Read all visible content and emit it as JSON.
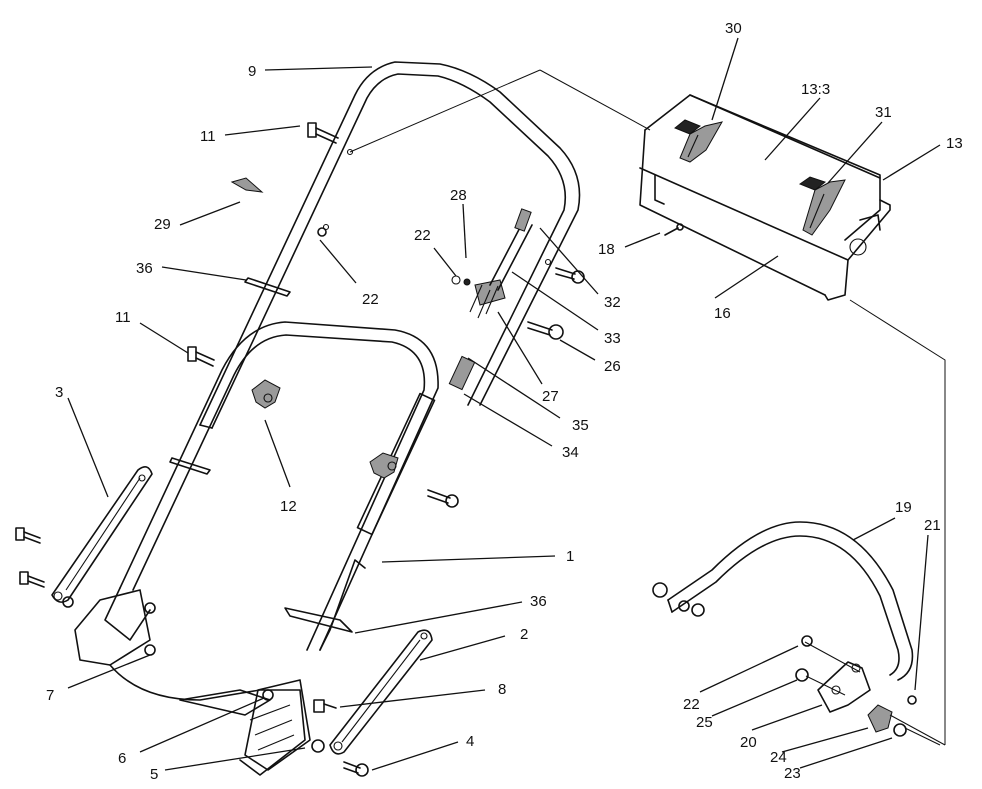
{
  "callouts": {
    "c1": "1",
    "c2": "2",
    "c3": "3",
    "c4": "4",
    "c5": "5",
    "c6": "6",
    "c7": "7",
    "c8": "8",
    "c9": "9",
    "c11a": "11",
    "c11b": "11",
    "c12": "12",
    "c13": "13",
    "c13_3": "13:3",
    "c16": "16",
    "c18": "18",
    "c19": "19",
    "c20": "20",
    "c21": "21",
    "c22a": "22",
    "c22b": "22",
    "c22c": "22",
    "c23": "23",
    "c24": "24",
    "c25": "25",
    "c26": "26",
    "c27": "27",
    "c28": "28",
    "c29": "29",
    "c30": "30",
    "c31": "31",
    "c32": "32",
    "c33": "33",
    "c34": "34",
    "c35": "35",
    "c36a": "36",
    "c36b": "36"
  }
}
